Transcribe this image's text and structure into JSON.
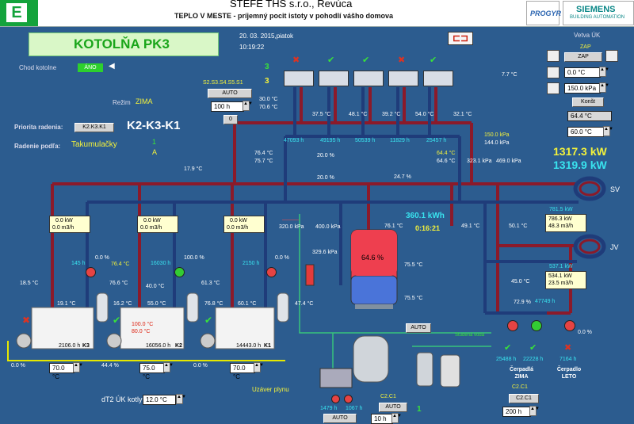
{
  "header": {
    "company": "STEFE THS s.r.o., Revúca",
    "subtitle": "TEPLO V MESTE - príjemný pocit istoty v pohodlí vášho domova",
    "logo_left": "E",
    "logo_progyr": "PROGYR",
    "logo_siemens": "SIEMENS",
    "logo_siemens_sub": "BUILDING AUTOMATION"
  },
  "title": "KOTOLŇA PK3",
  "date": "20. 03. 2015,piatok",
  "time": "10:19:22",
  "chod": {
    "label": "Chod kotolne",
    "value": "ÁNO"
  },
  "seq": {
    "label": "S2.S3.S4.S5.S1",
    "auto": "AUTO",
    "num_a": "3",
    "num_b": "3",
    "hours": "100 h",
    "zero": "0"
  },
  "rezim": {
    "label": "Režim",
    "value": "ZIMA"
  },
  "priorita": {
    "label": "Priorita radenia:",
    "box": "K2.K3.K1",
    "big": "K2-K3-K1"
  },
  "radenie": {
    "label": "Radenie podľa:",
    "value": "Takumulačky",
    "num": "1",
    "letter": "A"
  },
  "vetva": {
    "label": "Vetva ÚK",
    "zap": "ZAP",
    "temp": "0.0 °C",
    "press": "150.0 kPa",
    "konst": "Konšt",
    "val1": "64.4 °C",
    "val2": "60.0 °C"
  },
  "power": {
    "p1": "1317.3 kW",
    "p2": "1319.9 kW"
  },
  "kwh": {
    "energy": "360.1 kWh",
    "time": "0:16:21"
  },
  "tank": {
    "level": "64.6 %",
    "level_num": 64.6
  },
  "dt": {
    "label": "dT2 ÚK kotly",
    "value": "12.0 °C"
  },
  "valve_gas": "Uzáver plynu",
  "boilers": [
    {
      "flow": "0.0 kW",
      "vol": "0.0 m3/h",
      "heat": "2106.0 h",
      "id": "K3",
      "setpoint": "70.0 °C",
      "pct": "0.0 %",
      "valve": "0.0 %",
      "t_in": "19.1 °C",
      "t_out": "18.5 °C",
      "t_ret": "76.4 °C",
      "t_b": "16.2 °C",
      "h": "145 h"
    },
    {
      "flow": "0.0 kW",
      "vol": "0.0 m3/h",
      "heat": "16056.0 h",
      "id": "K2",
      "setpoint": "75.0 °C",
      "pct": "44.4 %",
      "valve": "100.0 %",
      "t_in": "55.0 °C",
      "t_out": "76.6 °C",
      "t_ret": "40.0 °C",
      "t_b": "76.8 °C",
      "h": "16030 h",
      "extra1": "100.0 °C",
      "extra2": "80.0 °C"
    },
    {
      "flow": "0.0 kW",
      "vol": "0.0 m3/h",
      "heat": "14443.0 h",
      "id": "K1",
      "setpoint": "70.0 °C",
      "pct": "0.0 %",
      "valve": "0.0 %",
      "t_in": "60.1 °C",
      "t_out": "61.3 °C",
      "t_ret": "47.4 °C",
      "t_b": "61.3 °C",
      "h": "2150 h"
    }
  ],
  "consumers": [
    {
      "t": "37.5 °C",
      "v": "47093 h"
    },
    {
      "t": "48.1 °C",
      "v": "49195 h"
    },
    {
      "t": "39.2 °C",
      "v": "50539 h"
    },
    {
      "t": "54.0 °C",
      "v": "11829 h"
    },
    {
      "t": "32.1 °C",
      "v": "25457 h"
    }
  ],
  "misc": {
    "t30": "30.0 °C",
    "t706": "70.6 °C",
    "t77": "7.7 °C",
    "t179": "17.9 °C",
    "t764": "76.4 °C",
    "t757": "75.7 °C",
    "v200": "20.0 %",
    "v200b": "20.0 %",
    "v247": "24.7 %",
    "p644": "64.4 °C",
    "p646": "64.6 °C",
    "p3231": "323.1 kPa",
    "p1500": "150.0 kPa",
    "p1440": "144.0 kPa",
    "p4690": "469.0 kPa",
    "p3200": "320.0 kPa",
    "p4000": "400.0 kPa",
    "p3296": "329.6 kPa",
    "t761": "76.1 °C",
    "t491": "49.1 °C",
    "t501": "50.1 °C",
    "t755": "75.5 °C",
    "t755b": "75.5 °C",
    "t450": "45.0 °C",
    "p729": "72.9 %",
    "v47749": "47749 h",
    "z00": "0.0 %",
    "auto": "AUTO",
    "auto2": "AUTO"
  },
  "sv": {
    "label": "SV",
    "kw": "781.5 kW",
    "m3": "786.3 kW",
    "m3b": "48.3 m3/h"
  },
  "jv": {
    "label": "JV",
    "kw": "537.1 kW",
    "m3": "534.1 kW",
    "m3b": "23.5 m3/h"
  },
  "pumps": {
    "zima_label": "Čerpadlá ZIMA",
    "leto_label": "Čerpadlo LETO",
    "c1": "25488 h",
    "c2": "22228 h",
    "c3": "7164 h",
    "cc": "C2.C1",
    "hours": "200 h"
  },
  "bottom": {
    "c2c1": "C2.C1",
    "h1": "1479 h",
    "h2": "1067 h",
    "auto": "AUTO",
    "hrs": "10 h",
    "one": "1",
    "studena": "Studená voda"
  },
  "colors": {
    "bg": "#2c5c8f",
    "pipe_hot": "#8b1a2a",
    "pipe_cold": "#1f3c7a",
    "title_bg": "#d9f7c7",
    "title_fg": "#1aa51a"
  }
}
